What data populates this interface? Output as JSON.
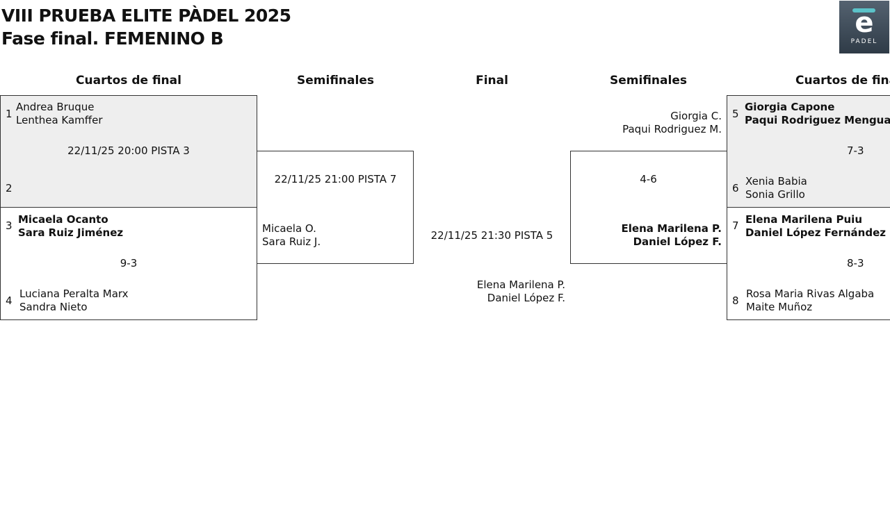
{
  "header": {
    "title": "VIII PRUEBA ELITE PÀDEL 2025",
    "subtitle": "Fase final. FEMENINO B",
    "logo_letter": "e",
    "logo_text": "PADEL"
  },
  "columns": {
    "qf_left": "Cuartos de final",
    "sf_left": "Semifinales",
    "final": "Final",
    "sf_right": "Semifinales",
    "qf_right": "Cuartos de final"
  },
  "qf1": {
    "seed_a": "1",
    "a1": "Andrea Bruque",
    "a2": "Lenthea Kamffer",
    "info": "22/11/25 20:00 PISTA 3",
    "seed_b": "2"
  },
  "qf2": {
    "seed_a": "3",
    "a1": "Micaela Ocanto",
    "a2": "Sara Ruiz Jiménez",
    "score": "9-3",
    "seed_b": "4",
    "b1": "Luciana Peralta Marx",
    "b2": "Sandra Nieto"
  },
  "qf3": {
    "seed_a": "5",
    "a1": "Giorgia Capone",
    "a2": "Paqui Rodriguez Mengual",
    "score": "7-3",
    "seed_b": "6",
    "b1": "Xenia Babia",
    "b2": "Sonia Grillo"
  },
  "qf4": {
    "seed_a": "7",
    "a1": "Elena Marilena Puiu",
    "a2": "Daniel López Fernández",
    "score": "8-3",
    "seed_b": "8",
    "b1": "Rosa Maria Rivas Algaba",
    "b2": "Maite Muñoz"
  },
  "sf_left": {
    "info": "22/11/25 21:00 PISTA 7",
    "b1": "Micaela O.",
    "b2": "Sara Ruiz J."
  },
  "sf_right": {
    "a1": "Giorgia C.",
    "a2": "Paqui Rodriguez M.",
    "score": "4-6",
    "b1": "Elena Marilena P.",
    "b2": "Daniel López F."
  },
  "final": {
    "info": "22/11/25 21:30 PISTA 5",
    "b1": "Elena Marilena P.",
    "b2": "Daniel López F."
  },
  "colors": {
    "grey_box": "#eeeeee",
    "border": "#333333",
    "logo_bg": "#3f4c59",
    "logo_accent": "#5bc2c8"
  }
}
